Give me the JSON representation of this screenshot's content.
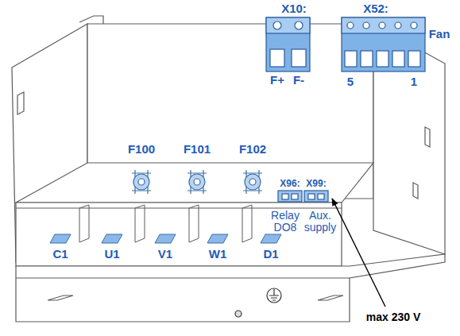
{
  "diagram": {
    "labels": [
      "X10:",
      "X52:",
      "Fan",
      "F+",
      "F-",
      "5",
      "1",
      "F100",
      "F101",
      "F102",
      "X96:",
      "X99:",
      "Relay DO8",
      "Aux. supply",
      "C1",
      "U1",
      "V1",
      "W1",
      "D1",
      "max 230 V"
    ]
  }
}
